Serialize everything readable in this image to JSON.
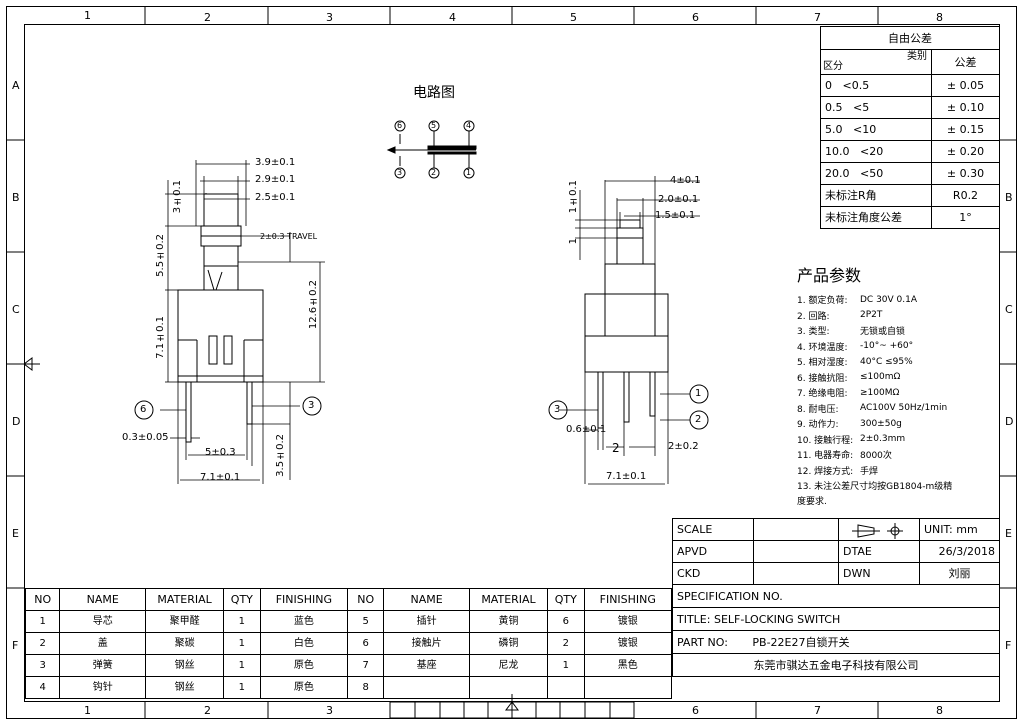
{
  "sheet": {
    "col_labels": [
      "1",
      "2",
      "3",
      "4",
      "5",
      "6",
      "7",
      "8"
    ],
    "row_labels": [
      "A",
      "B",
      "C",
      "D",
      "E",
      "F"
    ]
  },
  "circuit": {
    "title": "电路图",
    "pins_top": [
      "6",
      "5",
      "4"
    ],
    "pins_bottom": [
      "3",
      "2",
      "1"
    ]
  },
  "tolerance": {
    "title": "自由公差",
    "col_type": "类别",
    "col_range": "区分",
    "col_tol": "公差",
    "rows": [
      {
        "a": "0",
        "b": "<0.5",
        "tol": "± 0.05"
      },
      {
        "a": "0.5",
        "b": "<5",
        "tol": "± 0.10"
      },
      {
        "a": "5.0",
        "b": "<10",
        "tol": "± 0.15"
      },
      {
        "a": "10.0",
        "b": "<20",
        "tol": "± 0.20"
      },
      {
        "a": "20.0",
        "b": "<50",
        "tol": "± 0.30"
      }
    ],
    "extra": [
      {
        "label": "未标注R角",
        "value": "R0.2"
      },
      {
        "label": "未标注角度公差",
        "value": "1°"
      }
    ]
  },
  "params": {
    "title": "产品参数",
    "items": [
      {
        "k": "1. 额定负荷:",
        "v": "DC 30V 0.1A"
      },
      {
        "k": "2. 回路:",
        "v": "2P2T"
      },
      {
        "k": "3. 类型:",
        "v": "无锁或自锁"
      },
      {
        "k": "4. 环境温度:",
        "v": "-10°~ +60°"
      },
      {
        "k": "5. 相对湿度:",
        "v": "40°C ≤95%"
      },
      {
        "k": "6. 接触抗阻:",
        "v": "≤100mΩ"
      },
      {
        "k": "7. 绝缘电阻:",
        "v": "≥100MΩ"
      },
      {
        "k": "8. 耐电压:",
        "v": "AC100V 50Hz/1min"
      },
      {
        "k": "9. 动作力:",
        "v": "300±50g"
      },
      {
        "k": "10. 接触行程:",
        "v": "2±0.3mm"
      },
      {
        "k": "11. 电器寿命:",
        "v": "8000次"
      },
      {
        "k": "12. 焊接方式:",
        "v": "手焊"
      }
    ],
    "note1": "13. 未注公差尺寸均按GB1804-m级精",
    "note2": "度要求."
  },
  "left_view": {
    "dims": {
      "w39": "3.9±0.1",
      "w29": "2.9±0.1",
      "w25": "2.5±0.1",
      "h3": "3±0.1",
      "h55": "5.5±0.2",
      "h71": "7.1±0.1",
      "h126": "12.6±0.2",
      "travel": "2±0.3 TRAVEL",
      "pin03": "0.3±0.05",
      "p5": "5±0.3",
      "w71": "7.1±0.1",
      "h35": "3.5±0.2"
    },
    "callouts": [
      "6",
      "3"
    ]
  },
  "right_view": {
    "dims": {
      "w4": "4±0.1",
      "w20": "2.0±0.1",
      "w15": "1.5±0.1",
      "h1a": "1±0.1",
      "h1b": "1",
      "p06": "0.6±0.1",
      "p2": "2",
      "p2b": "2±0.2",
      "w71": "7.1±0.1"
    },
    "callouts": [
      "1",
      "2",
      "3"
    ]
  },
  "title_block": {
    "scale_label": "SCALE",
    "unit": "UNIT: mm",
    "apvd": "APVD",
    "dtae": "DTAE",
    "date": "26/3/2018",
    "ckd": "CKD",
    "dwn": "DWN",
    "dwn_name": "刘丽",
    "spec": "SPECIFICATION NO.",
    "title": "TITLE:  SELF-LOCKING SWITCH",
    "part_label": "PART NO:",
    "part": "PB-22E27自锁开关",
    "company": "东莞市骐达五金电子科技有限公司"
  },
  "bom": {
    "headers": [
      "NO",
      "NAME",
      "MATERIAL",
      "QTY",
      "FINISHING",
      "NO",
      "NAME",
      "MATERIAL",
      "QTY",
      "FINISHING"
    ],
    "rows": [
      [
        "1",
        "导芯",
        "聚甲醛",
        "1",
        "蓝色",
        "5",
        "插针",
        "黄铜",
        "6",
        "镀银"
      ],
      [
        "2",
        "盖",
        "聚碳",
        "1",
        "白色",
        "6",
        "接触片",
        "磷铜",
        "2",
        "镀银"
      ],
      [
        "3",
        "弹簧",
        "钢丝",
        "1",
        "原色",
        "7",
        "基座",
        "尼龙",
        "1",
        "黑色"
      ],
      [
        "4",
        "钩针",
        "钢丝",
        "1",
        "原色",
        "8",
        "",
        "",
        "",
        ""
      ]
    ]
  }
}
